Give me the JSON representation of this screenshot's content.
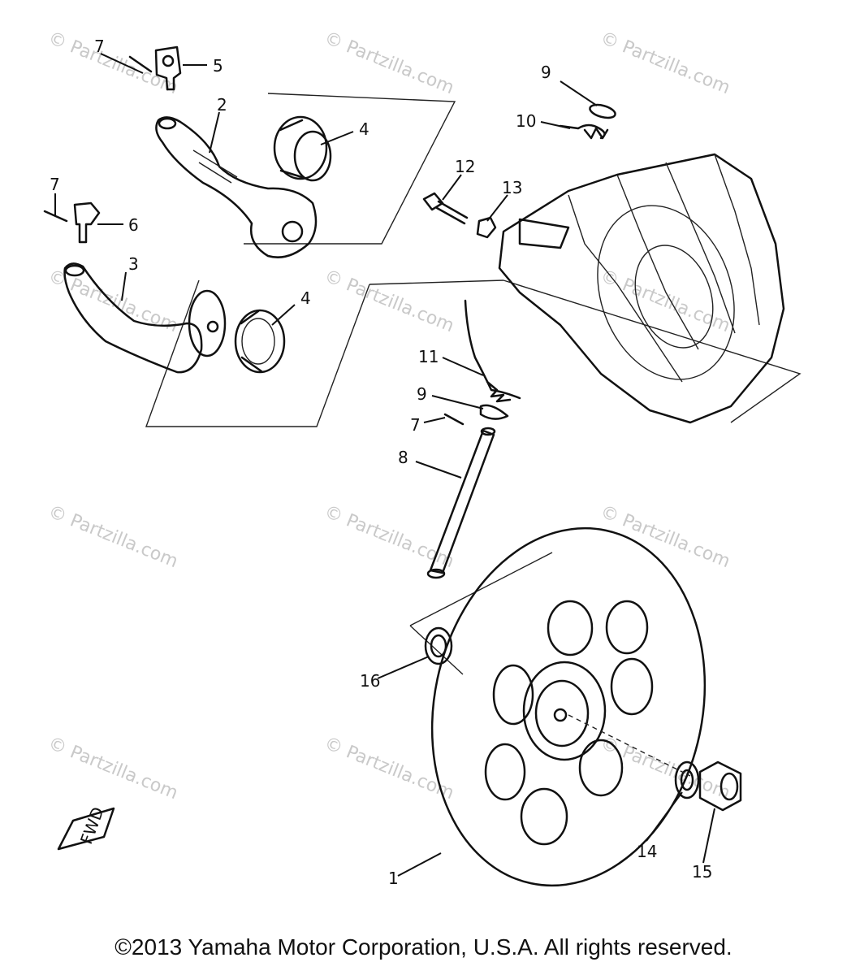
{
  "watermarks": [
    "© Partzilla.com",
    "© Partzilla.com",
    "© Partzilla.com",
    "© Partzilla.com",
    "© Partzilla.com",
    "© Partzilla.com",
    "© Partzilla.com",
    "© Partzilla.com",
    "© Partzilla.com",
    "© Partzilla.com",
    "© Partzilla.com",
    "© Partzilla.com"
  ],
  "callouts": [
    {
      "id": "c1",
      "text": "1"
    },
    {
      "id": "c2",
      "text": "2"
    },
    {
      "id": "c3",
      "text": "3"
    },
    {
      "id": "c4a",
      "text": "4"
    },
    {
      "id": "c4b",
      "text": "4"
    },
    {
      "id": "c5",
      "text": "5"
    },
    {
      "id": "c6",
      "text": "6"
    },
    {
      "id": "c7a",
      "text": "7"
    },
    {
      "id": "c7b",
      "text": "7"
    },
    {
      "id": "c7c",
      "text": "7"
    },
    {
      "id": "c8",
      "text": "8"
    },
    {
      "id": "c9a",
      "text": "9"
    },
    {
      "id": "c9b",
      "text": "9"
    },
    {
      "id": "c10",
      "text": "10"
    },
    {
      "id": "c11",
      "text": "11"
    },
    {
      "id": "c12",
      "text": "12"
    },
    {
      "id": "c13",
      "text": "13"
    },
    {
      "id": "c14",
      "text": "14"
    },
    {
      "id": "c15",
      "text": "15"
    },
    {
      "id": "c16",
      "text": "16"
    }
  ],
  "fwd_tag": "FWD",
  "copyright": "©2013 Yamaha Motor Corporation, U.S.A. All rights reserved."
}
